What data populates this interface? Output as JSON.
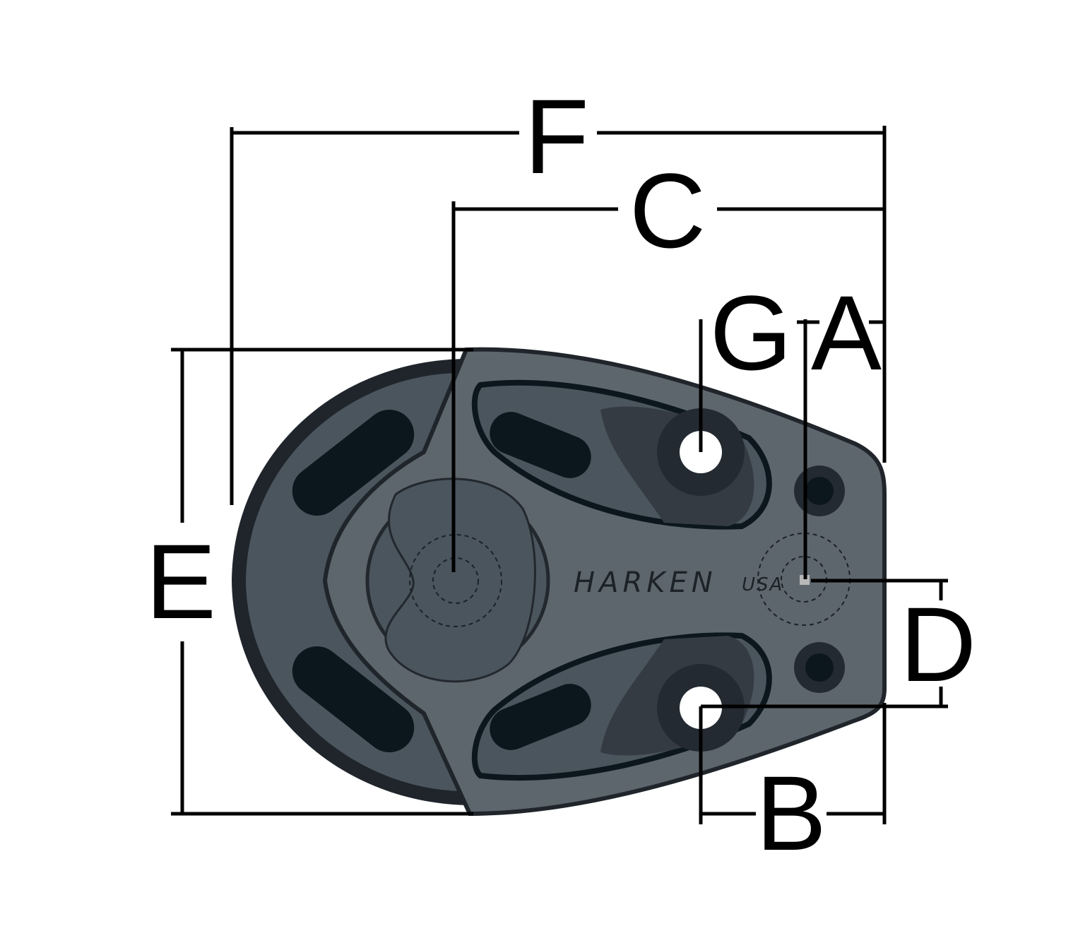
{
  "title": "Harken block dimension diagram",
  "labels": {
    "F": "F",
    "C": "C",
    "G": "G",
    "A": "A",
    "E": "E",
    "D": "D",
    "B": "B"
  },
  "brand": {
    "name": "HARKEN",
    "origin": "USA"
  },
  "colors": {
    "sheave_outer": "#1f252b",
    "sheave_inner": "#4b555e",
    "plate": "#5e666d",
    "plate_dark": "#353b43",
    "slot": "#0c171d",
    "dimension": "#000000"
  }
}
